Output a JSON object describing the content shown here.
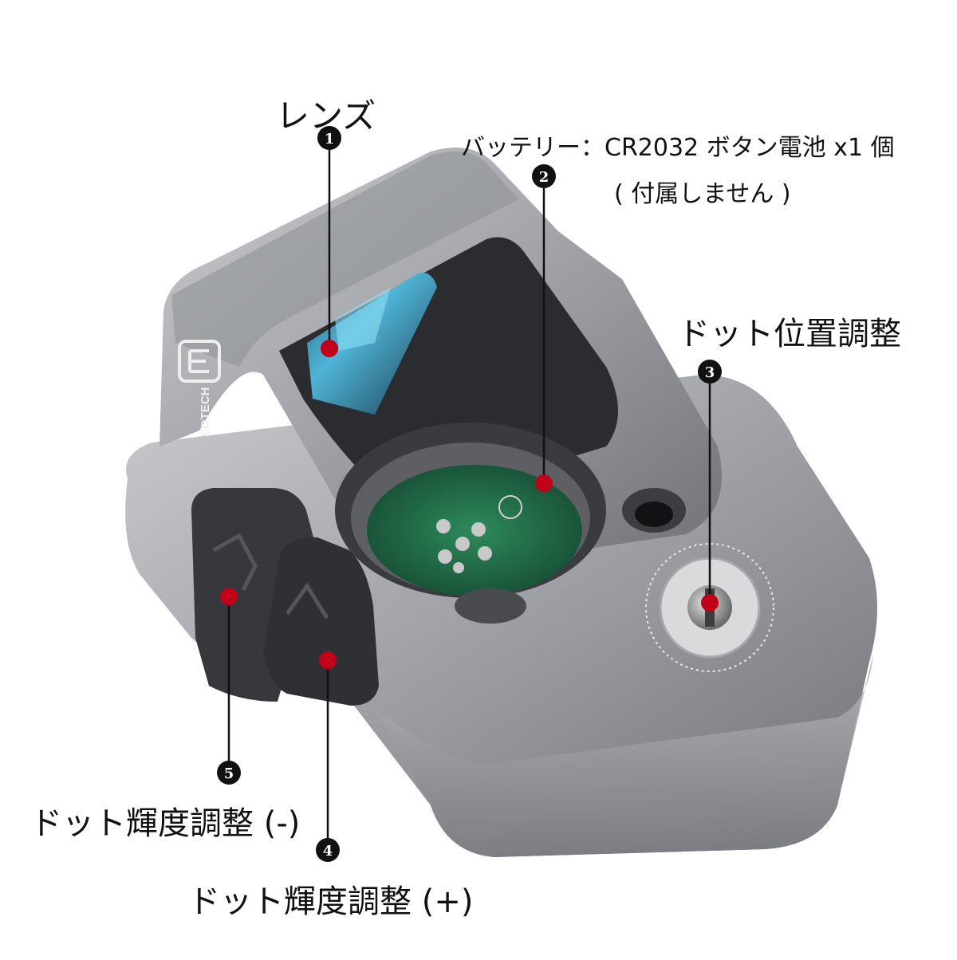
{
  "brand": {
    "logo_text": "EOTECH"
  },
  "callouts": [
    {
      "number": "1",
      "label": "レンズ"
    },
    {
      "number": "2",
      "label": "バッテリー：CR2032 ボタン電池 x1 個",
      "label_line2": "( 付属しません )"
    },
    {
      "number": "3",
      "label": "ドット位置調整"
    },
    {
      "number": "4",
      "label": "ドット輝度調整 (+)"
    },
    {
      "number": "5",
      "label": "ドット輝度調整 (-)"
    }
  ],
  "colors": {
    "callout_dot": "#c0001a",
    "marker_fill": "#111111",
    "body_metal": "#9c9ea3",
    "button_rubber": "#3a3b3d",
    "pcb_green": "#1f6a45",
    "lens_blue": "#4fb4d6"
  },
  "icons": [
    "number-marker-icon",
    "callout-dot-icon"
  ]
}
